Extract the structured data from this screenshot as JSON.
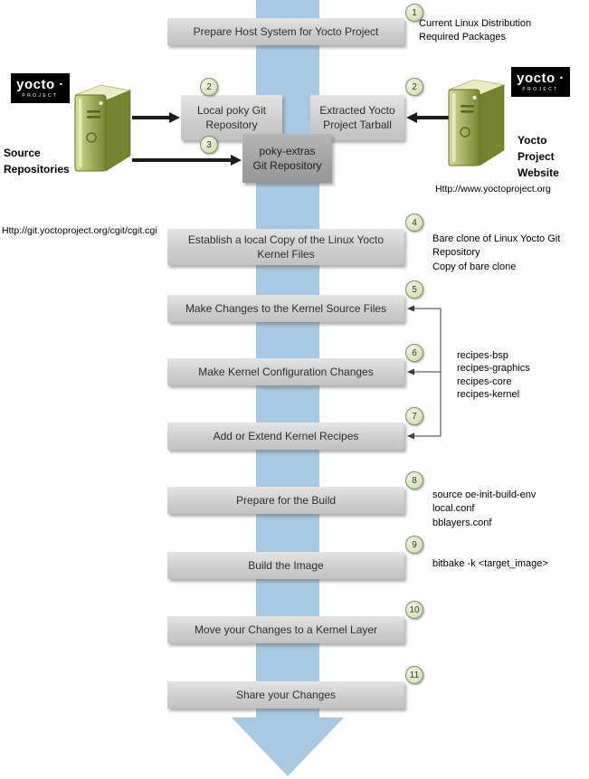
{
  "boxes": {
    "prepare_host": "Prepare Host System for Yocto Project",
    "local_poky": "Local poky Git Repository",
    "extracted_tarball": "Extracted Yocto Project Tarball",
    "poky_extras": "poky-extras Git Repository",
    "establish_copy": "Establish a local Copy of the Linux Yocto Kernel Files",
    "make_changes": "Make Changes to the Kernel Source Files",
    "kernel_config": "Make Kernel Configuration Changes",
    "add_recipes": "Add or Extend Kernel Recipes",
    "prepare_build": "Prepare for the Build",
    "build_image": "Build the Image",
    "move_changes": "Move your Changes to a Kernel Layer",
    "share_changes": "Share your Changes"
  },
  "numbers": {
    "n1": "1",
    "n2": "2",
    "n3": "3",
    "n4": "4",
    "n5": "5",
    "n6": "6",
    "n7": "7",
    "n8": "8",
    "n9": "9",
    "n10": "10",
    "n11": "11"
  },
  "annotations": {
    "step1": "Current Linux Distribution\nRequired Packages",
    "website_url": "Http://www.yoctoproject.org",
    "git_url": "Http://git.yoctoproject.org/cgit/cgit.cgi",
    "step4": "Bare clone of Linux Yocto Git Repository\nCopy of bare clone",
    "recipes": "recipes-bsp\nrecipes-graphics\nrecipes-core\nrecipes-kernel",
    "step8": "source oe-init-build-env\nlocal.conf\nbblayers.conf",
    "step9": "bitbake -k <target_image>"
  },
  "labels": {
    "source_repositories": "Source\nRepositories",
    "yocto_website": "Yocto\nProject\nWebsite"
  },
  "logo": {
    "main": "yocto ·",
    "sub": "PROJECT"
  },
  "colors": {
    "arrow_blue": "#a9c8e2",
    "box_gray": "#d0d0d0",
    "box_dark_gray": "#a2a2a2",
    "badge_green": "#d2e0ae",
    "server_green": "#7d8c36",
    "logo_black": "#000000"
  }
}
